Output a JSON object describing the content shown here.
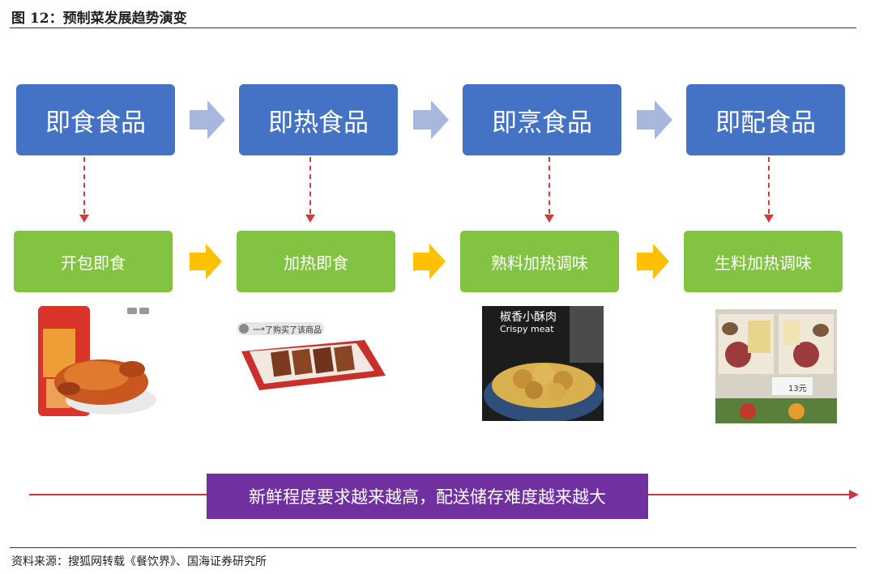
{
  "figure": {
    "title": "图 12：预制菜发展趋势演变",
    "source": "资料来源：搜狐网转载《餐饮界》、国海证券研究所"
  },
  "stages": [
    {
      "label": "即食食品",
      "method": "开包即食"
    },
    {
      "label": "即热食品",
      "method": "加热即食"
    },
    {
      "label": "即烹食品",
      "method": "熟料加热调味"
    },
    {
      "label": "即配食品",
      "method": "生料加热调味"
    }
  ],
  "photos": {
    "instant_eat": {
      "subject": "roast-duck"
    },
    "instant_heat": {
      "subject": "packaged-meat",
      "badge": "一*了购买了该商品"
    },
    "instant_cook": {
      "subject": "crispy-meat-bowl",
      "brand_cn": "椒香小酥肉",
      "brand_en": "Crispy meat"
    },
    "instant_prep": {
      "subject": "raw-ingredient-trays",
      "tag": "13元"
    }
  },
  "trend": {
    "text": "新鲜程度要求越来越高，配送储存难度越来越大"
  },
  "colors": {
    "stage_box": "#4472c4",
    "method_box": "#82c341",
    "stage_arrow": "#a9b7de",
    "method_arrow": "#ffc000",
    "connector": "#d63b3b",
    "banner": "#7030a0",
    "timeline": "#c8383f"
  }
}
